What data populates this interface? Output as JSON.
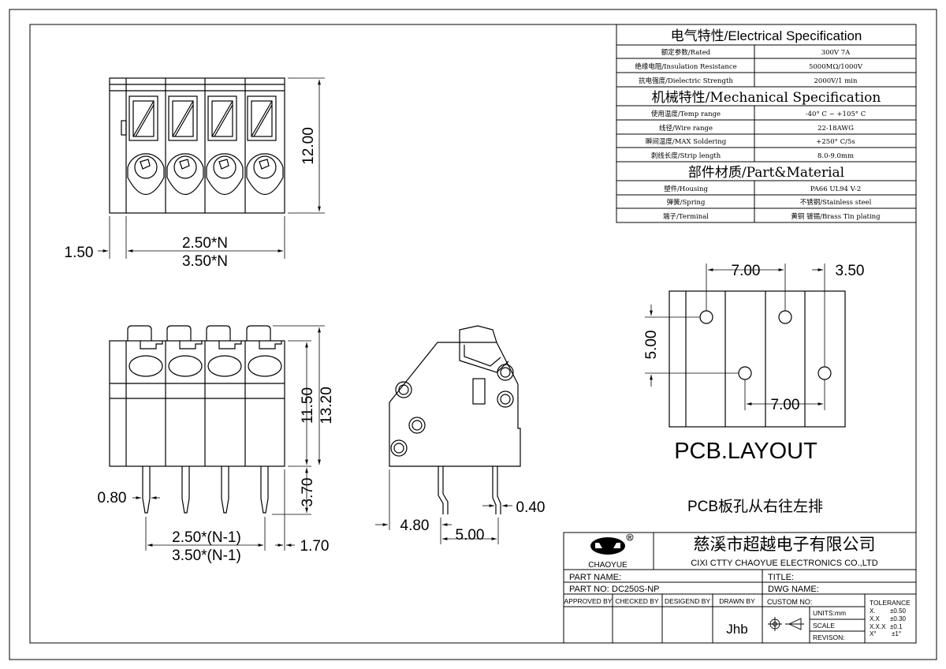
{
  "spec": {
    "electrical_title": "电气特性/Electrical Specification",
    "electrical": [
      {
        "label": "额定参数/Rated",
        "value": "300V    7A"
      },
      {
        "label": "绝缘电阻/Insulation Resistance",
        "value": "5000MΩ/1000V"
      },
      {
        "label": "抗电强度/Dielectric Strength",
        "value": "2000V/1 min"
      }
    ],
    "mechanical_title": "机械特性/Mechanical Specification",
    "mechanical": [
      {
        "label": "使用温度/Temp range",
        "value": "-40° C ~ +105° C"
      },
      {
        "label": "线径/Wire range",
        "value": "22-18AWG"
      },
      {
        "label": "瞬间温度/MAX Soldering",
        "value": "+250° C/5s"
      },
      {
        "label": "剥线长度/Strip length",
        "value": "8.0-9.0mm"
      }
    ],
    "material_title": "部件材质/Part&Material",
    "material": [
      {
        "label": "塑件/Housing",
        "value": "PA66 UL94 V-2"
      },
      {
        "label": "弹簧/Spring",
        "value": "不锈钢/Stainless steel"
      },
      {
        "label": "端子/Terminal",
        "value": "黄铜 镀锡/Brass Tin  plating"
      }
    ]
  },
  "dims": {
    "top_height": "12.00",
    "top_left_offset": "1.50",
    "pitch_a": "2.50*N",
    "pitch_b": "3.50*N",
    "front_body": "11.50",
    "front_total": "13.20",
    "front_pin": "3.70",
    "pin_width": "0.80",
    "front_pitch_a": "2.50*(N-1)",
    "front_pitch_b": "3.50*(N-1)",
    "front_edge": "1.70",
    "side_offset": "4.80",
    "side_pitch": "5.00",
    "side_pin": "0.40",
    "pcb_top_a": "7.00",
    "pcb_top_b": "3.50",
    "pcb_row": "5.00",
    "pcb_bottom": "7.00"
  },
  "pcb": {
    "title": "PCB.LAYOUT",
    "note": "PCB板孔从右往左排"
  },
  "title_block": {
    "logo_text": "CHAOYUE",
    "company_cn": "慈溪市超越电子有限公司",
    "company_en": "CIXI CTTY CHAOYUE ELECTRONICS CO.,LTD",
    "part_name_label": "PART NAME:",
    "part_name_value": "",
    "title_label": "TITLE:",
    "part_no_label": "PART NO:",
    "part_no_value": "DC250S-NP",
    "dwg_name_label": "DWG NAME:",
    "approved_by": "APPROVED BY",
    "checked_by": "CHECKED BY",
    "designed_by": "DESIGEND BY",
    "drawn_by": "DRAWN BY",
    "drawer": "Jhb",
    "custom_no": "CUSTOM NO:",
    "units": "UNITS:mm",
    "scale": "SCALE",
    "revision": "REVISON:",
    "tolerance_title": "TOLERANCE",
    "tolerance": [
      {
        "k": "X.",
        "v": "±0.50"
      },
      {
        "k": "X.X",
        "v": "±0.30"
      },
      {
        "k": "X.X.X",
        "v": "±0.1"
      },
      {
        "k": "X°",
        "v": "±1°"
      }
    ]
  }
}
